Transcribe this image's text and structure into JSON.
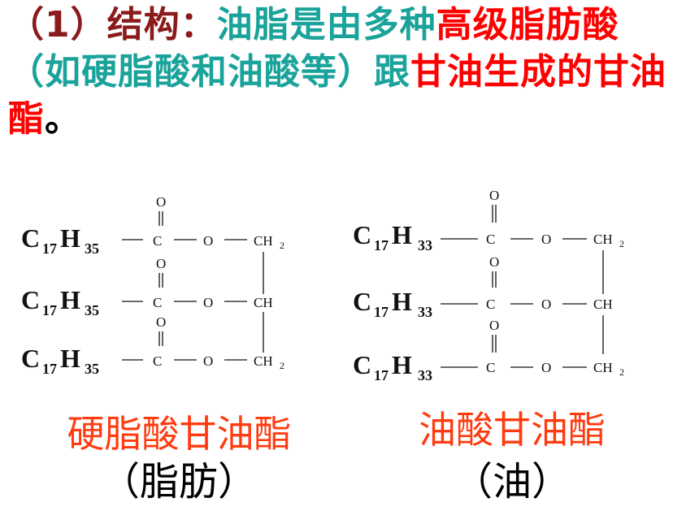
{
  "intro": {
    "segments": [
      {
        "text": "（1）结构：",
        "color": "#8b1a1a"
      },
      {
        "text": "油脂是由多种",
        "color": "#1aa39a"
      },
      {
        "text": "高级脂肪酸",
        "color": "#ff0000"
      },
      {
        "text": "（如硬脂酸和油酸等）跟",
        "color": "#1aa39a"
      },
      {
        "text": "甘油生成的甘油酯",
        "color": "#ff0000"
      },
      {
        "text": "。",
        "color": "#000000"
      }
    ]
  },
  "structures": [
    {
      "chain": "C",
      "chain_sub1": "17",
      "chain_h": "H",
      "chain_sub2": "35",
      "carbonyl_o": "O",
      "carbonyl_c": "C",
      "ester_o": "O",
      "glycerol": [
        "CH",
        "CH",
        "CH"
      ],
      "glycerol_sub": [
        "2",
        "",
        "2"
      ],
      "name": "硬脂酸甘油酯",
      "kind": "（脂肪）"
    },
    {
      "chain": "C",
      "chain_sub1": "17",
      "chain_h": "H",
      "chain_sub2": "33",
      "carbonyl_o": "O",
      "carbonyl_c": "C",
      "ester_o": "O",
      "glycerol": [
        "CH",
        "CH",
        "CH"
      ],
      "glycerol_sub": [
        "2",
        "",
        "2"
      ],
      "name": "油酸甘油酯",
      "kind": "（油）"
    }
  ],
  "colors": {
    "title": "#8b1a1a",
    "teal": "#1aa39a",
    "red": "#ff0000",
    "caption": "#ff3b10"
  }
}
